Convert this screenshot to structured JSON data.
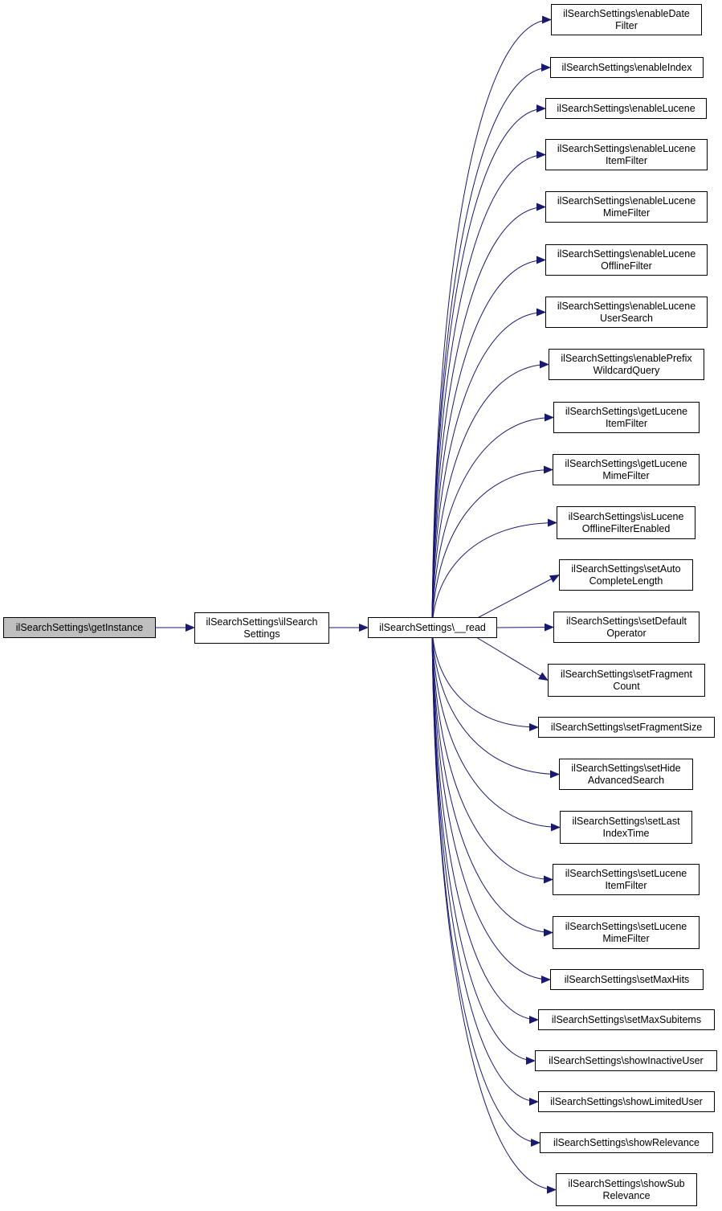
{
  "colors": {
    "edge": "#191970",
    "root_fill": "#bfbfbf",
    "node_fill": "#ffffff",
    "border": "#000000"
  },
  "nodes": {
    "root": {
      "lines": [
        "ilSearchSettings\\getInstance"
      ]
    },
    "ctor": {
      "lines": [
        "ilSearchSettings\\ilSearch",
        "Settings"
      ]
    },
    "read": {
      "lines": [
        "ilSearchSettings\\__read"
      ]
    },
    "callees": [
      {
        "lines": [
          "ilSearchSettings\\enableDate",
          "Filter"
        ]
      },
      {
        "lines": [
          "ilSearchSettings\\enableIndex"
        ]
      },
      {
        "lines": [
          "ilSearchSettings\\enableLucene"
        ]
      },
      {
        "lines": [
          "ilSearchSettings\\enableLucene",
          "ItemFilter"
        ]
      },
      {
        "lines": [
          "ilSearchSettings\\enableLucene",
          "MimeFilter"
        ]
      },
      {
        "lines": [
          "ilSearchSettings\\enableLucene",
          "OfflineFilter"
        ]
      },
      {
        "lines": [
          "ilSearchSettings\\enableLucene",
          "UserSearch"
        ]
      },
      {
        "lines": [
          "ilSearchSettings\\enablePrefix",
          "WildcardQuery"
        ]
      },
      {
        "lines": [
          "ilSearchSettings\\getLucene",
          "ItemFilter"
        ]
      },
      {
        "lines": [
          "ilSearchSettings\\getLucene",
          "MimeFilter"
        ]
      },
      {
        "lines": [
          "ilSearchSettings\\isLucene",
          "OfflineFilterEnabled"
        ]
      },
      {
        "lines": [
          "ilSearchSettings\\setAuto",
          "CompleteLength"
        ]
      },
      {
        "lines": [
          "ilSearchSettings\\setDefault",
          "Operator"
        ]
      },
      {
        "lines": [
          "ilSearchSettings\\setFragment",
          "Count"
        ]
      },
      {
        "lines": [
          "ilSearchSettings\\setFragmentSize"
        ]
      },
      {
        "lines": [
          "ilSearchSettings\\setHide",
          "AdvancedSearch"
        ]
      },
      {
        "lines": [
          "ilSearchSettings\\setLast",
          "IndexTime"
        ]
      },
      {
        "lines": [
          "ilSearchSettings\\setLucene",
          "ItemFilter"
        ]
      },
      {
        "lines": [
          "ilSearchSettings\\setLucene",
          "MimeFilter"
        ]
      },
      {
        "lines": [
          "ilSearchSettings\\setMaxHits"
        ]
      },
      {
        "lines": [
          "ilSearchSettings\\setMaxSubitems"
        ]
      },
      {
        "lines": [
          "ilSearchSettings\\showInactiveUser"
        ]
      },
      {
        "lines": [
          "ilSearchSettings\\showLimitedUser"
        ]
      },
      {
        "lines": [
          "ilSearchSettings\\showRelevance"
        ]
      },
      {
        "lines": [
          "ilSearchSettings\\showSub",
          "Relevance"
        ]
      }
    ]
  }
}
